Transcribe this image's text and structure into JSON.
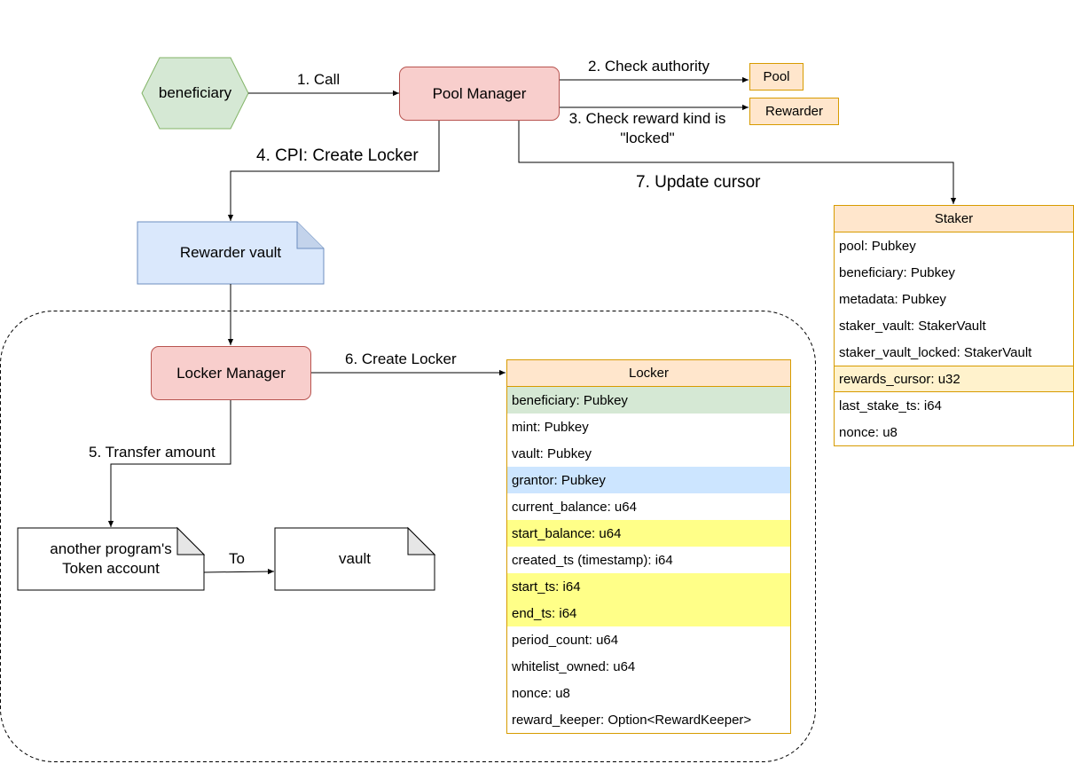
{
  "nodes": {
    "beneficiary": "beneficiary",
    "pool_manager": "Pool Manager",
    "pool": "Pool",
    "rewarder": "Rewarder",
    "rewarder_vault": "Rewarder vault",
    "locker_manager": "Locker Manager",
    "token_account": "another program's Token account",
    "vault": "vault"
  },
  "edges": {
    "call": "1. Call",
    "check_authority": "2. Check authority",
    "check_reward_kind": "3. Check reward kind is \"locked\"",
    "cpi_create_locker": "4. CPI: Create Locker",
    "transfer_amount": "5. Transfer amount",
    "create_locker": "6. Create Locker",
    "update_cursor": "7. Update cursor",
    "to": "To"
  },
  "locker": {
    "title": "Locker",
    "fields": [
      "beneficiary: Pubkey",
      "mint: Pubkey",
      "vault: Pubkey",
      "grantor: Pubkey",
      "current_balance: u64",
      "start_balance: u64",
      "created_ts (timestamp): i64",
      "start_ts: i64",
      "end_ts: i64",
      "period_count: u64",
      "whitelist_owned: u64",
      "nonce: u8",
      "reward_keeper: Option<RewardKeeper>"
    ]
  },
  "staker": {
    "title": "Staker",
    "fields": [
      "pool: Pubkey",
      "beneficiary: Pubkey",
      "metadata: Pubkey",
      "staker_vault: StakerVault",
      "staker_vault_locked: StakerVault",
      "rewards_cursor: u32",
      "last_stake_ts: i64",
      "nonce: u8"
    ]
  },
  "colors": {
    "process_fill": "#f8cecc",
    "process_stroke": "#b85450",
    "orange_fill": "#ffe6cc",
    "orange_stroke": "#d79b00",
    "actor_fill": "#d5e8d4",
    "actor_stroke": "#82b366",
    "doc_blue_fill": "#dae8fc",
    "doc_blue_stroke": "#6c8ebf",
    "highlight_green": "#d5e8d4",
    "highlight_blue": "#cce5ff",
    "highlight_yellow": "#ffff88",
    "highlight_cream": "#fff2cc"
  }
}
